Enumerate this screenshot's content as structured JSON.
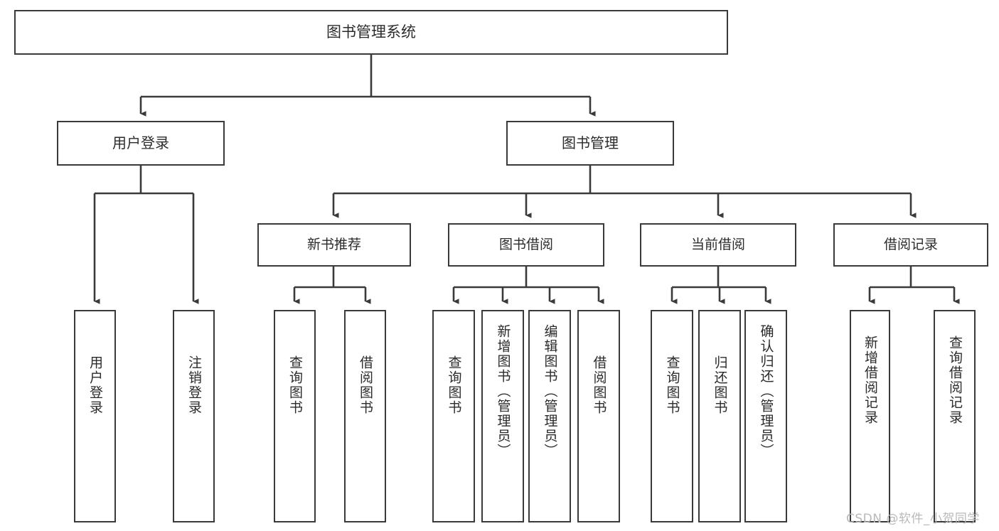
{
  "diagram": {
    "type": "tree",
    "title": "图书管理系统",
    "watermark": "CSDN @软件_小贺同学",
    "colors": {
      "stroke": "#3a3a3a",
      "text": "#2b2b2b",
      "background": "#ffffff",
      "watermark": "#b9b9b9"
    },
    "nodes": {
      "root": {
        "label": "图书管理系统"
      },
      "level1": [
        {
          "id": "user-login",
          "label": "用户登录"
        },
        {
          "id": "book-management",
          "label": "图书管理"
        }
      ],
      "level2": [
        {
          "id": "new-book-recommend",
          "label": "新书推荐",
          "parent": "book-management"
        },
        {
          "id": "book-borrow",
          "label": "图书借阅",
          "parent": "book-management"
        },
        {
          "id": "current-borrow",
          "label": "当前借阅",
          "parent": "book-management"
        },
        {
          "id": "borrow-record",
          "label": "借阅记录",
          "parent": "book-management"
        }
      ],
      "leaves": [
        {
          "id": "leaf-user-login",
          "label": "用户登录",
          "parent": "user-login"
        },
        {
          "id": "leaf-logout",
          "label": "注销登录",
          "parent": "user-login"
        },
        {
          "id": "leaf-query-book-1",
          "label": "查询图书",
          "parent": "new-book-recommend"
        },
        {
          "id": "leaf-borrow-book-1",
          "label": "借阅图书",
          "parent": "new-book-recommend"
        },
        {
          "id": "leaf-query-book-2",
          "label": "查询图书",
          "parent": "book-borrow"
        },
        {
          "id": "leaf-add-book",
          "label": "新增图书（管理员）",
          "parent": "book-borrow"
        },
        {
          "id": "leaf-edit-book",
          "label": "编辑图书（管理员）",
          "parent": "book-borrow"
        },
        {
          "id": "leaf-borrow-book-2",
          "label": "借阅图书",
          "parent": "book-borrow"
        },
        {
          "id": "leaf-query-book-3",
          "label": "查询图书",
          "parent": "current-borrow"
        },
        {
          "id": "leaf-return-book",
          "label": "归还图书",
          "parent": "current-borrow"
        },
        {
          "id": "leaf-confirm-return",
          "label": "确认归还（管理员）",
          "parent": "current-borrow"
        },
        {
          "id": "leaf-add-record",
          "label": "新增借阅记录",
          "parent": "borrow-record"
        },
        {
          "id": "leaf-query-record",
          "label": "查询借阅记录",
          "parent": "borrow-record"
        }
      ]
    }
  }
}
